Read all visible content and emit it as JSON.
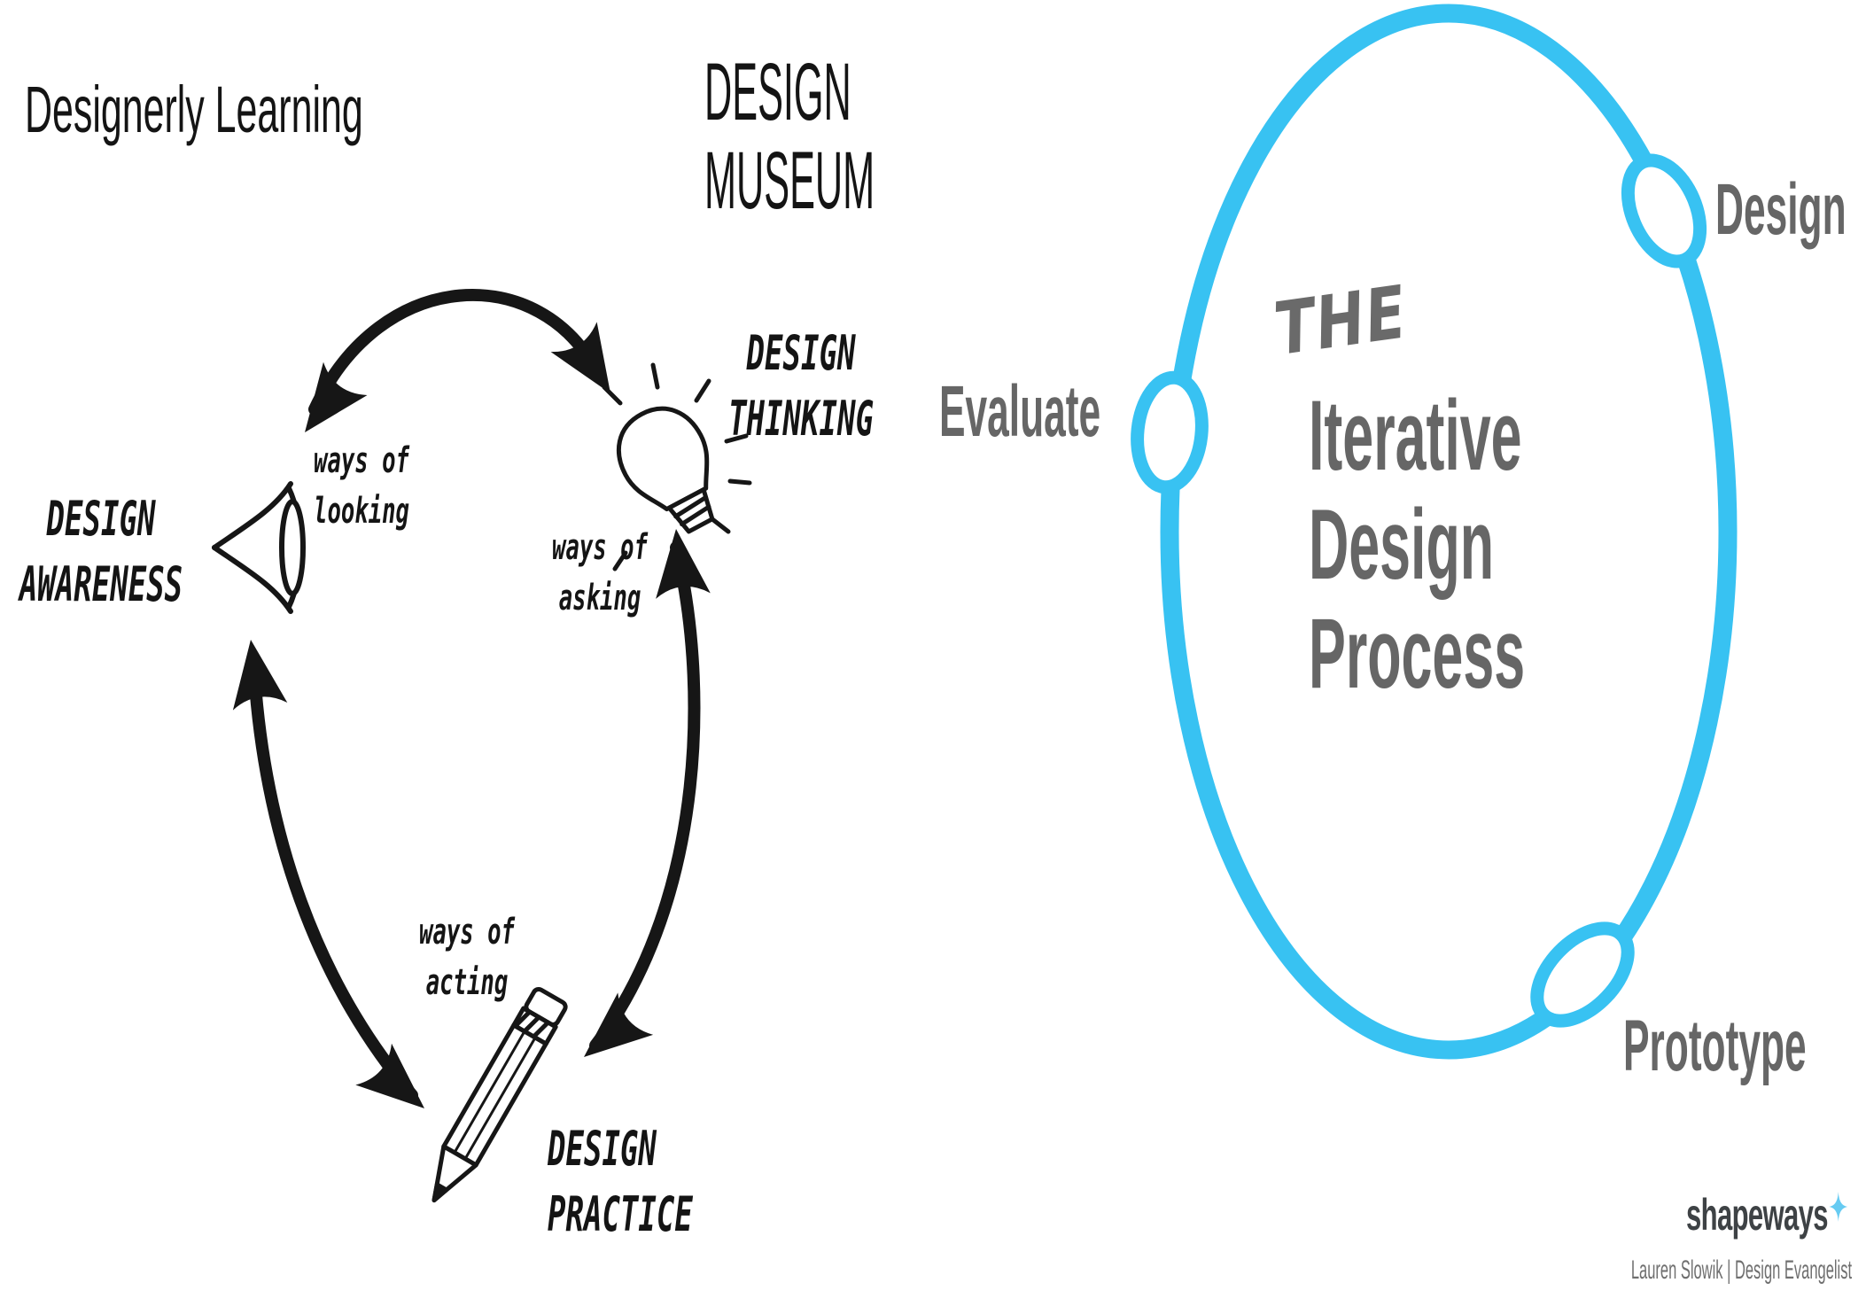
{
  "slide": {
    "left": {
      "title": "Designerly Learning",
      "museum1": "DESIGN",
      "museum2": "MUSEUM",
      "awareness1": "DESIGN",
      "awareness2": "AWARENESS",
      "thinking1": "DESIGN",
      "thinking2": "THINKING",
      "practice1": "DESIGN",
      "practice2": "PRACTICE",
      "looking1": "ways of",
      "looking2": "looking",
      "asking1": "ways of",
      "asking2": "asking",
      "acting1": "ways of",
      "acting2": "acting"
    },
    "right": {
      "the": "THE",
      "title1": "Iterative",
      "title2": "Design",
      "title3": "Process",
      "node_design": "Design",
      "node_evaluate": "Evaluate",
      "node_prototype": "Prototype"
    },
    "footer": {
      "brand": "shapeways",
      "credit": "Lauren Slowik | Design Evangelist"
    },
    "colors": {
      "cycle_cyan": "#38C2F2",
      "ink_black": "#161616",
      "label_gray": "#666666",
      "brand_gray": "#3E4245",
      "credit_gray": "#6F6F6F"
    },
    "icons": [
      "eye-icon",
      "lightbulb-icon",
      "pencil-icon",
      "sparkle-star-icon"
    ]
  }
}
